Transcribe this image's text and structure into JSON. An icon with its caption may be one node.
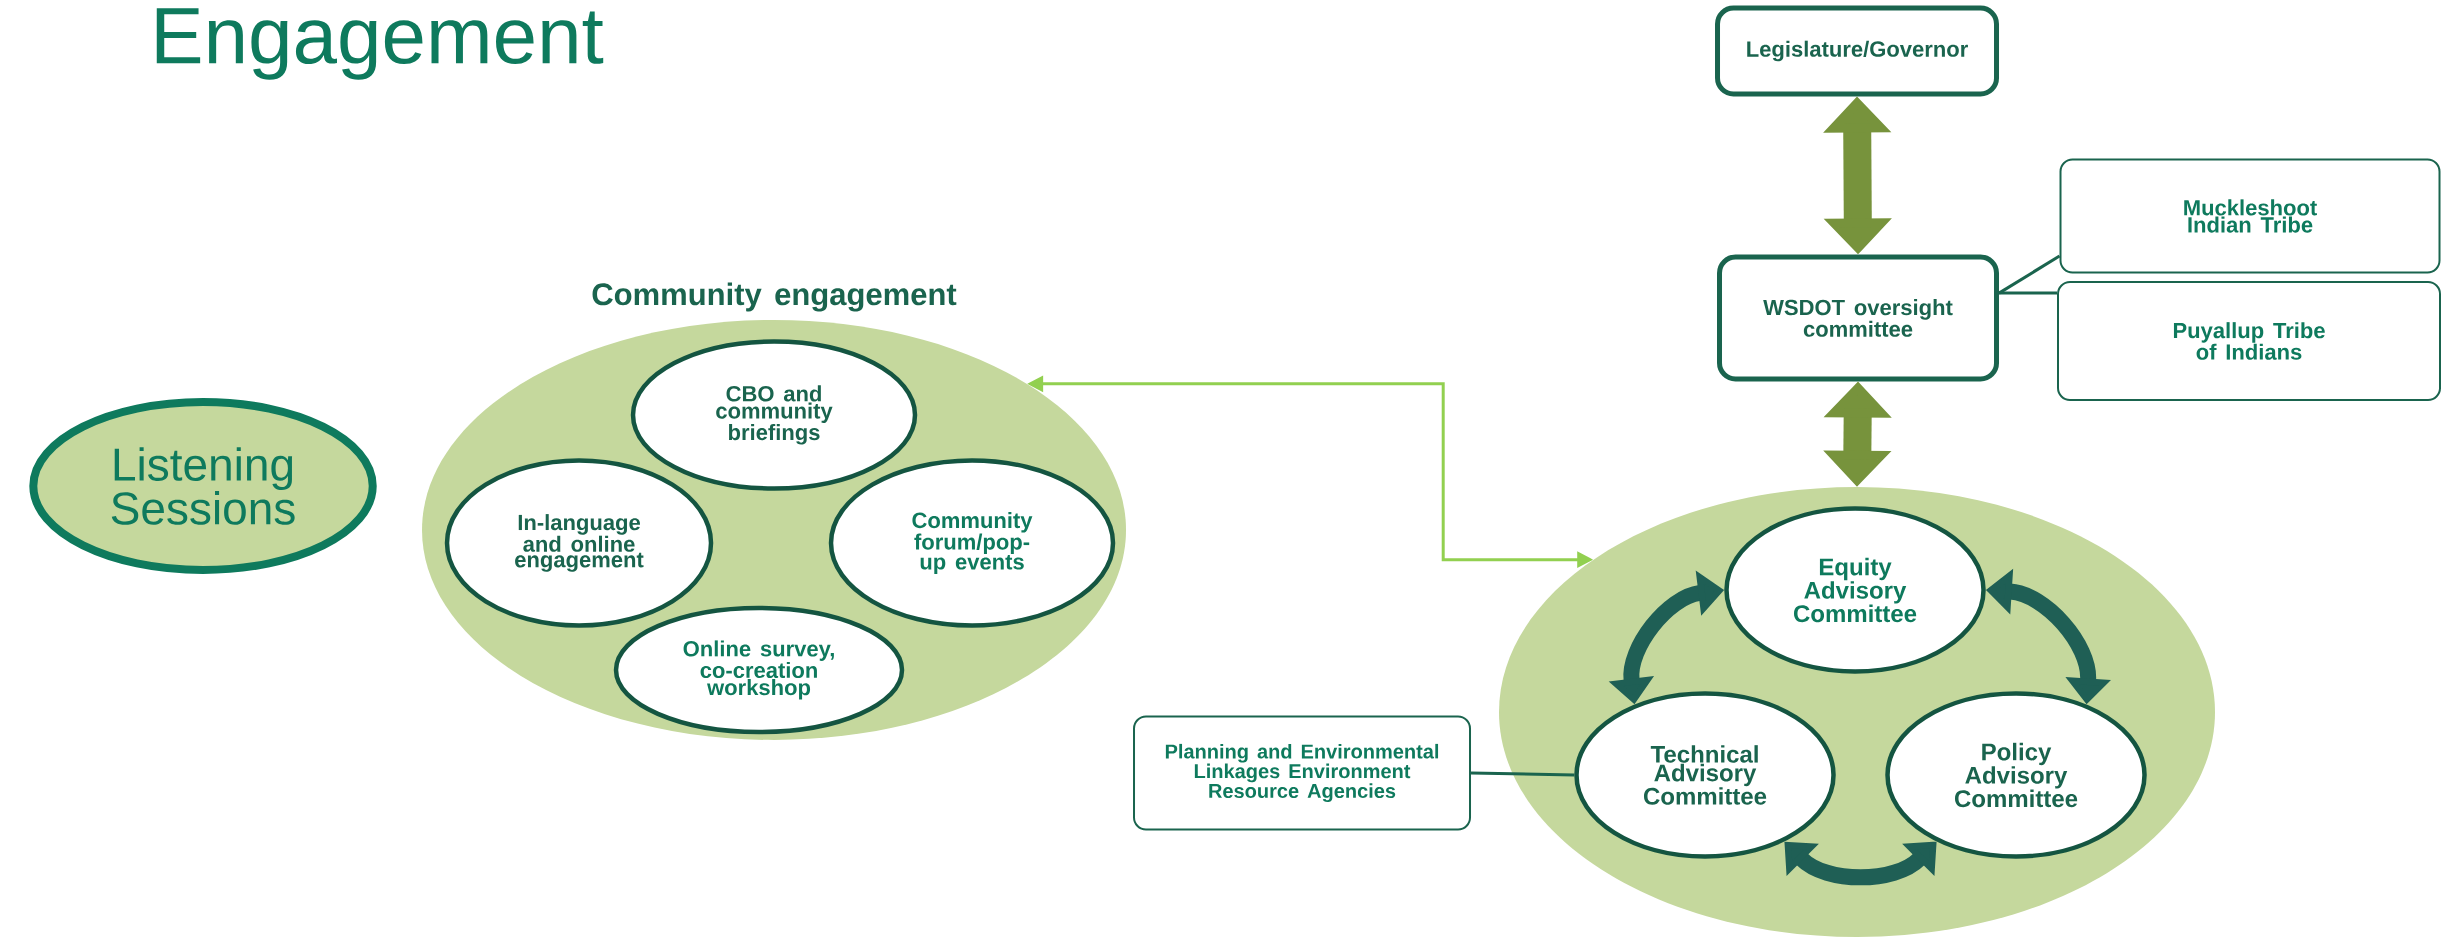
{
  "diagram": {
    "title": "Engagement",
    "nodes": [
      {
        "text": [
          "Listening Sessions"
        ]
      },
      {
        "text": [
          "Community engagement"
        ]
      },
      {
        "text": [
          "CBO and community briefings"
        ],
        "in": 1
      },
      {
        "text": [
          "In-language and online engagement"
        ],
        "in": 1
      },
      {
        "text": [
          "Community forum/pop-up events"
        ],
        "in": 1
      },
      {
        "text": [
          "Online survey, co-creation workshop"
        ],
        "in": 1
      },
      {
        "text": [
          "Legislature/Governor"
        ]
      },
      {
        "text": [
          "WSDOT oversight committee"
        ]
      },
      {
        "text": [
          "Muckleshoot Indian Tribe"
        ]
      },
      {
        "text": [
          "Puyallup Tribe of Indians"
        ]
      },
      {
        "text": [],
        "shape": "ellipse"
      },
      {
        "text": [
          "Equity Advisory Committee"
        ],
        "in": 10
      },
      {
        "text": [
          "Technical Advisory Committee"
        ],
        "in": 10
      },
      {
        "text": [
          "Policy Advisory Committee"
        ],
        "in": 10
      },
      {
        "text": [
          "Planning and Environmental Linkages Environment Resource Agencies"
        ]
      }
    ],
    "edges": [
      {
        "from": 6,
        "to": 7,
        "arrow": "both",
        "color": "#77933c"
      },
      {
        "from": 7,
        "to": 10,
        "arrow": "both",
        "color": "#77933c"
      },
      {
        "from": 7,
        "to": 8,
        "arrow": "none"
      },
      {
        "from": 7,
        "to": 9,
        "arrow": "none"
      },
      {
        "from": 1,
        "to": 10,
        "arrow": "both",
        "color": "#92d050"
      },
      {
        "from": 11,
        "to": 12,
        "arrow": "both",
        "color": "#1f5f55"
      },
      {
        "from": 11,
        "to": 13,
        "arrow": "both",
        "color": "#1f5f55"
      },
      {
        "from": 12,
        "to": 13,
        "arrow": "both",
        "color": "#1f5f55"
      },
      {
        "from": 14,
        "to": 12,
        "arrow": "none"
      }
    ]
  }
}
